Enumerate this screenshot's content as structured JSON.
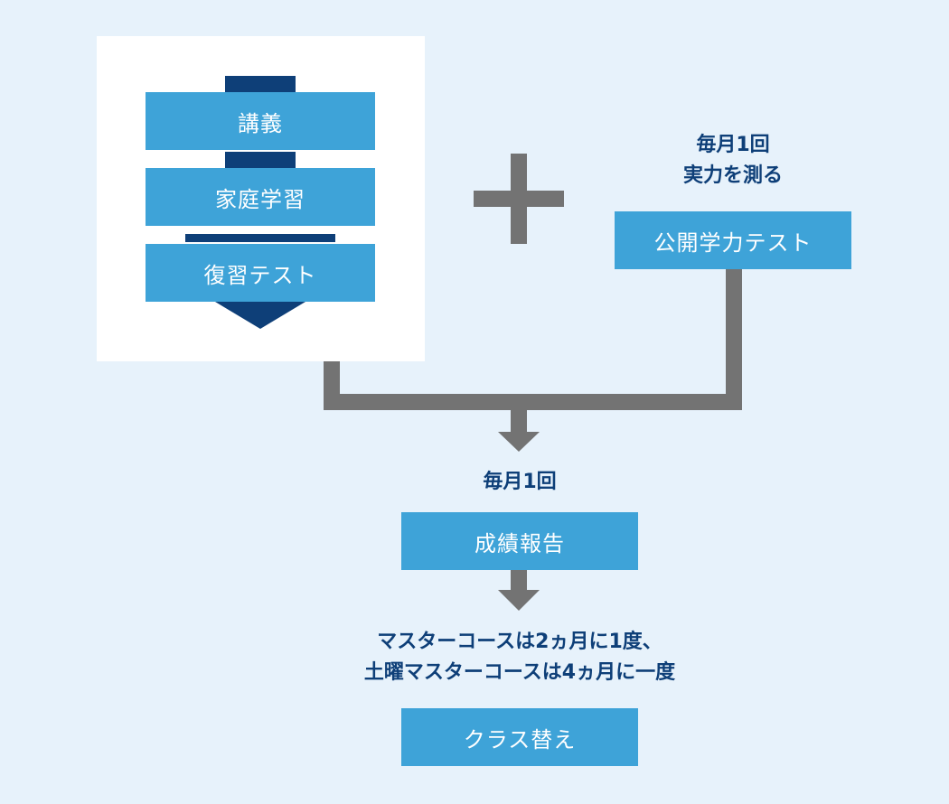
{
  "study_cycle": {
    "steps": [
      "講義",
      "家庭学習",
      "復習テスト"
    ]
  },
  "plus_symbol": "+",
  "public_test": {
    "caption_lines": [
      "毎月1回",
      "実力を測る"
    ],
    "label": "公開学力テスト"
  },
  "report": {
    "caption": "毎月1回",
    "label": "成績報告"
  },
  "class_change": {
    "caption_lines": [
      "マスターコースは2ヵ月に1度、",
      "土曜マスターコースは4ヵ月に一度"
    ],
    "label": "クラス替え"
  },
  "colors": {
    "background": "#e7f2fb",
    "box_fill": "#3ea3d8",
    "dark_navy": "#0e3f78",
    "connector_gray": "#737373"
  }
}
